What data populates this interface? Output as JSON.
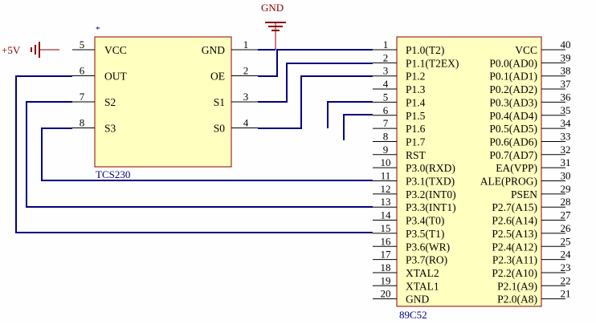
{
  "power": {
    "supply_label": "+5V",
    "ground_label": "GND"
  },
  "tcs230": {
    "name": "TCS230",
    "marker": "*",
    "left_pins": [
      {
        "num": "5",
        "label": "VCC"
      },
      {
        "num": "6",
        "label": "OUT"
      },
      {
        "num": "7",
        "label": "S2"
      },
      {
        "num": "8",
        "label": "S3"
      }
    ],
    "right_pins": [
      {
        "num": "1",
        "label": "GND"
      },
      {
        "num": "2",
        "label": "OE"
      },
      {
        "num": "3",
        "label": "S1"
      },
      {
        "num": "4",
        "label": "S0"
      }
    ]
  },
  "mcu": {
    "name": "89C52",
    "left_pins": [
      {
        "num": "1",
        "label": "P1.0(T2)"
      },
      {
        "num": "2",
        "label": "P1.1(T2EX)"
      },
      {
        "num": "3",
        "label": "P1.2"
      },
      {
        "num": "4",
        "label": "P1.3"
      },
      {
        "num": "5",
        "label": "P1.4"
      },
      {
        "num": "6",
        "label": "P1.5"
      },
      {
        "num": "7",
        "label": "P1.6"
      },
      {
        "num": "8",
        "label": "P1.7"
      },
      {
        "num": "9",
        "label": "RST"
      },
      {
        "num": "10",
        "label": "P3.0(RXD)"
      },
      {
        "num": "11",
        "label": "P3.1(TXD)"
      },
      {
        "num": "12",
        "label": "P3.2(INT0)"
      },
      {
        "num": "13",
        "label": "P3.3(INT1)"
      },
      {
        "num": "14",
        "label": "P3.4(T0)"
      },
      {
        "num": "15",
        "label": "P3.5(T1)"
      },
      {
        "num": "16",
        "label": "P3.6(WR)"
      },
      {
        "num": "17",
        "label": "P3.7(RO)"
      },
      {
        "num": "18",
        "label": "XTAL2"
      },
      {
        "num": "19",
        "label": "XTAL1"
      },
      {
        "num": "20",
        "label": "GND"
      }
    ],
    "right_pins": [
      {
        "num": "40",
        "label": "VCC"
      },
      {
        "num": "39",
        "label": "P0.0(AD0)"
      },
      {
        "num": "38",
        "label": "P0.1(AD1)"
      },
      {
        "num": "37",
        "label": "P0.2(AD2)"
      },
      {
        "num": "36",
        "label": "P0.3(AD3)"
      },
      {
        "num": "35",
        "label": "P0.4(AD4)"
      },
      {
        "num": "34",
        "label": "P0.5(AD5)"
      },
      {
        "num": "33",
        "label": "P0.6(AD6)"
      },
      {
        "num": "32",
        "label": "P0.7(AD7)"
      },
      {
        "num": "31",
        "label": "EA(VPP)"
      },
      {
        "num": "30",
        "label": "ALE(PROG)"
      },
      {
        "num": "29",
        "label": "PSEN"
      },
      {
        "num": "28",
        "label": "P2.7(A15)"
      },
      {
        "num": "27",
        "label": "P2.6(A14)"
      },
      {
        "num": "26",
        "label": "P2.5(A13)"
      },
      {
        "num": "25",
        "label": "P2.4(A12)"
      },
      {
        "num": "24",
        "label": "P2.3(A11)"
      },
      {
        "num": "23",
        "label": "P2.2(A10)"
      },
      {
        "num": "22",
        "label": "P2.1(A9)"
      },
      {
        "num": "21",
        "label": "P2.0(A8)"
      }
    ]
  },
  "colors": {
    "chip_fill": "#ffffc0",
    "chip_border": "#8b0000",
    "wire": "#000080",
    "power": "#8b0000",
    "pin_line": "#000000"
  }
}
